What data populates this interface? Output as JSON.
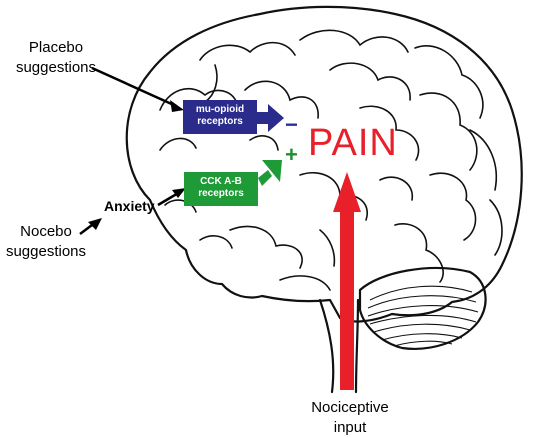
{
  "labels": {
    "placebo": [
      "Placebo",
      "suggestions"
    ],
    "nocebo": [
      "Nocebo",
      "suggestions"
    ],
    "anxiety": "Anxiety",
    "nociceptive": [
      "Nociceptive",
      "input"
    ],
    "pain": "PAIN",
    "minus": "−",
    "plus": "+"
  },
  "boxes": {
    "mu_opioid": [
      "mu-opioid",
      "receptors"
    ],
    "cck": [
      "CCK A-B",
      "receptors"
    ]
  },
  "colors": {
    "pain_text": "#e8202a",
    "pain_arrow": "#e8202a",
    "mu_box": "#2b2b8c",
    "cck_box": "#1e9a37",
    "minus": "#2a2f9a",
    "plus": "#1e8f2e"
  }
}
